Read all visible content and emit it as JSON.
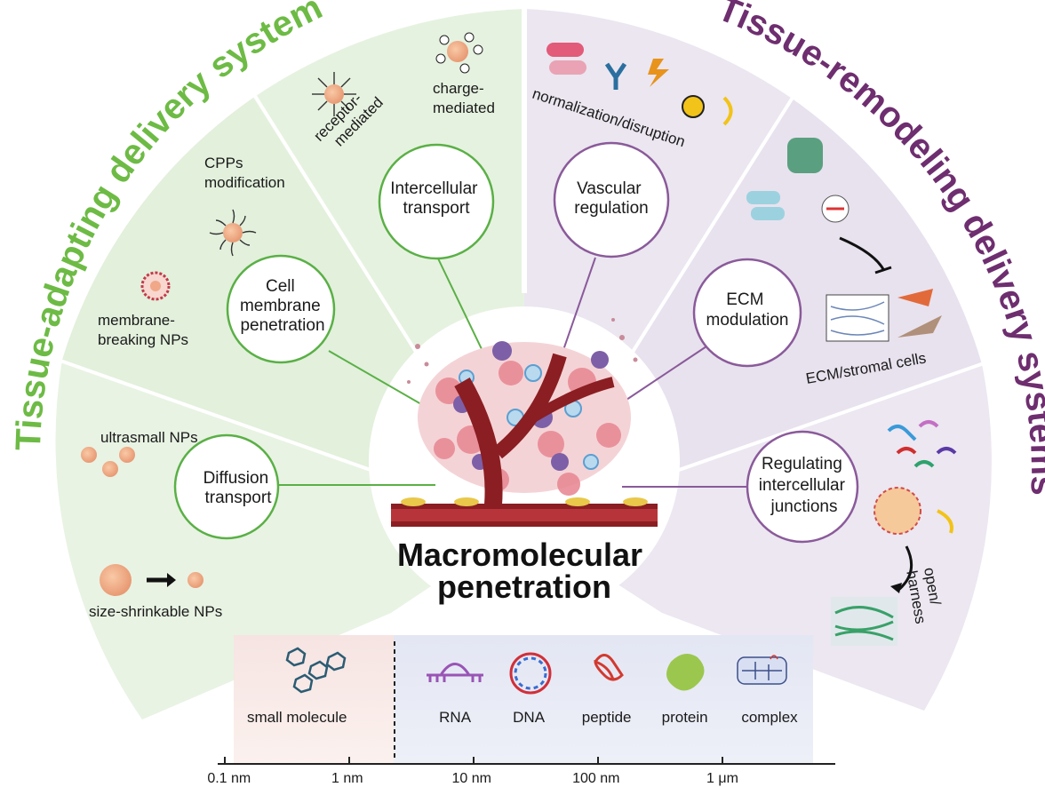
{
  "left_title": "Tissue-adapting delivery systems",
  "right_title": "Tissue-remodeling delivery systems",
  "center_title": [
    "Macromolecular",
    "penetration"
  ],
  "colors": {
    "green": "#6dbb45",
    "green_stroke": "#5ab046",
    "purple": "#6e2e6f",
    "purple_stroke": "#8a5a9a",
    "green_bg": "#e6f3e1",
    "purple_bg": "#ece6f0"
  },
  "left_nodes": {
    "diffusion": [
      "Diffusion",
      "transport"
    ],
    "cell_membrane": [
      "Cell",
      "membrane",
      "penetration"
    ],
    "intercellular": [
      "Intercellular",
      "transport"
    ]
  },
  "right_nodes": {
    "vascular": [
      "Vascular",
      "regulation"
    ],
    "ecm": [
      "ECM",
      "modulation"
    ],
    "junctions": [
      "Regulating",
      "intercellular",
      "junctions"
    ]
  },
  "left_labels": {
    "ultrasmall": "ultrasmall NPs",
    "size_shrinkable": "size-shrinkable NPs",
    "membrane_breaking": [
      "membrane-",
      "breaking NPs"
    ],
    "cpps": [
      "CPPs",
      "modification"
    ],
    "receptor": [
      "receptor-",
      "mediated"
    ],
    "charge": [
      "charge-",
      "mediated"
    ]
  },
  "right_labels": {
    "normalization": "normalization/disruption",
    "ecm_cells": "ECM/stromal cells",
    "open_harness": [
      "open/",
      "harness"
    ]
  },
  "molecules": {
    "small": "small molecule",
    "items": [
      "RNA",
      "DNA",
      "peptide",
      "protein",
      "complex"
    ]
  },
  "scale_ticks": [
    "0.1 nm",
    "1 nm",
    "10 nm",
    "100 nm",
    "1 μm"
  ]
}
